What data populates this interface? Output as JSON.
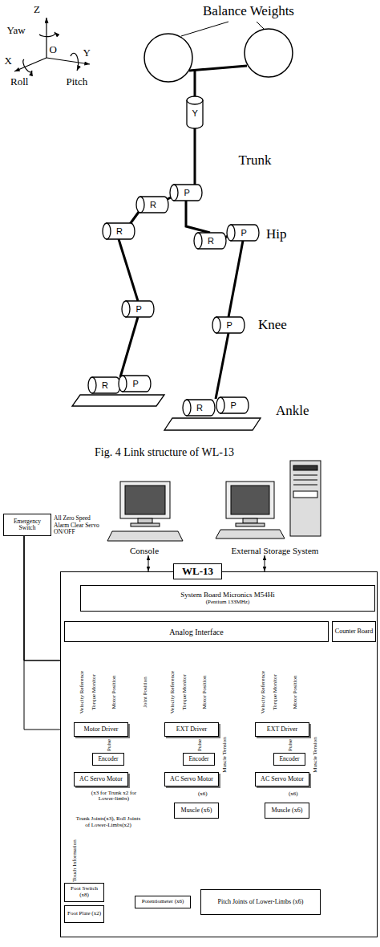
{
  "diagram": {
    "caption": "Fig. 4 Link structure of WL-13",
    "nodes": [
      {
        "text": [
          "Emergency Switch"
        ]
      },
      {
        "text": [
          "Console"
        ]
      },
      {
        "text": [
          "External Storage System"
        ]
      },
      {
        "text": [
          "WL-13"
        ]
      },
      {
        "text": [
          "System Board Micronics M54Hi",
          "(Pentium 133MHz)"
        ],
        "in": 3
      },
      {
        "text": [
          "Analog Interface"
        ],
        "in": 3
      },
      {
        "text": [
          "Counter Board"
        ],
        "in": 3
      },
      {
        "text": [
          "Motor Driver"
        ],
        "in": 3
      },
      {
        "text": [
          "Encoder"
        ],
        "in": 3
      },
      {
        "text": [
          "AC Servo Motor"
        ],
        "in": 3
      },
      {
        "text": [
          "EXT Driver"
        ],
        "in": 3
      },
      {
        "text": [
          "Encoder"
        ],
        "in": 3
      },
      {
        "text": [
          "AC Servo Motor"
        ],
        "in": 3
      },
      {
        "text": [
          "Muscle (x6)"
        ],
        "in": 3
      },
      {
        "text": [
          "EXT Driver"
        ],
        "in": 3
      },
      {
        "text": [
          "Encoder"
        ],
        "in": 3
      },
      {
        "text": [
          "AC Servo Motor"
        ],
        "in": 3
      },
      {
        "text": [
          "Muscle (x6)"
        ],
        "in": 3
      },
      {
        "text": [
          "Foot Switch (x8)"
        ],
        "in": 3
      },
      {
        "text": [
          "Foot Plate (x2)"
        ],
        "in": 3
      },
      {
        "text": [
          "Trunk Joints(x3), Roll Joints of Lower-Limbs(x2)"
        ],
        "in": 3
      },
      {
        "text": [
          "Potentiometer (x6)"
        ],
        "in": 3
      },
      {
        "text": [
          "Pitch Joints of Lower-Limbs (x6)"
        ],
        "in": 3
      }
    ],
    "edges": [
      {
        "from": 1,
        "to": 3,
        "arrow": "both"
      },
      {
        "from": 2,
        "to": 3,
        "arrow": "both"
      },
      {
        "from": 4,
        "to": 5,
        "arrow": "both"
      },
      {
        "from": 4,
        "to": 6,
        "arrow": "both"
      },
      {
        "from": 0,
        "to": 7,
        "arrow": "to",
        "label": "All Zero Speed Alarm Clear Servo ON/OFF"
      },
      {
        "from": 0,
        "to": 10,
        "arrow": "to"
      },
      {
        "from": 0,
        "to": 14,
        "arrow": "to"
      },
      {
        "from": 5,
        "to": 7,
        "arrow": "to",
        "label": "Velocity Reference"
      },
      {
        "from": 7,
        "to": 5,
        "arrow": "to",
        "label": "Torque Monitor"
      },
      {
        "from": 7,
        "to": 5,
        "arrow": "to",
        "label": "Motor Position"
      },
      {
        "from": 8,
        "to": 7,
        "arrow": "to",
        "label": "Pulse"
      },
      {
        "from": 7,
        "to": 9,
        "arrow": "to"
      },
      {
        "from": 9,
        "to": 20,
        "arrow": "to"
      },
      {
        "from": 21,
        "to": 5,
        "arrow": "to",
        "label": "Joint Position"
      },
      {
        "from": 18,
        "to": 5,
        "arrow": "to",
        "label": "Touch Information"
      },
      {
        "from": 5,
        "to": 10,
        "arrow": "to",
        "label": "Velocity Reference"
      },
      {
        "from": 10,
        "to": 5,
        "arrow": "to",
        "label": "Torque Monitor"
      },
      {
        "from": 10,
        "to": 6,
        "arrow": "to",
        "label": "Motor Position"
      },
      {
        "from": 11,
        "to": 10,
        "arrow": "to",
        "label": "Pulse"
      },
      {
        "from": 10,
        "to": 12,
        "arrow": "to"
      },
      {
        "from": 12,
        "to": 13,
        "arrow": "to"
      },
      {
        "from": 13,
        "to": 5,
        "arrow": "to",
        "label": "Muscle Tension"
      },
      {
        "from": 13,
        "to": 22,
        "arrow": "to"
      },
      {
        "from": 5,
        "to": 14,
        "arrow": "to",
        "label": "Velocity Reference"
      },
      {
        "from": 14,
        "to": 5,
        "arrow": "to",
        "label": "Torque Monitor"
      },
      {
        "from": 14,
        "to": 6,
        "arrow": "to",
        "label": "Motor Position"
      },
      {
        "from": 15,
        "to": 14,
        "arrow": "to",
        "label": "Pulse"
      },
      {
        "from": 14,
        "to": 16,
        "arrow": "to"
      },
      {
        "from": 16,
        "to": 17,
        "arrow": "to"
      },
      {
        "from": 17,
        "to": 5,
        "arrow": "to",
        "label": "Muscle Tension"
      },
      {
        "from": 17,
        "to": 22,
        "arrow": "to"
      },
      {
        "from": 22,
        "to": 21,
        "arrow": "to"
      }
    ],
    "labels": [
      "Balance Weights",
      "Z",
      "Yaw",
      "X",
      "O",
      "Y",
      "Roll",
      "Pitch",
      "Y",
      "Trunk",
      "P",
      "R",
      "R",
      "P",
      "R",
      "Hip",
      "P",
      "P",
      "Knee",
      "R",
      "P",
      "R",
      "P",
      "Ankle",
      "(x3 for Trunk x2 for Lower-limbs)",
      "(x6)",
      "(x6)"
    ]
  }
}
